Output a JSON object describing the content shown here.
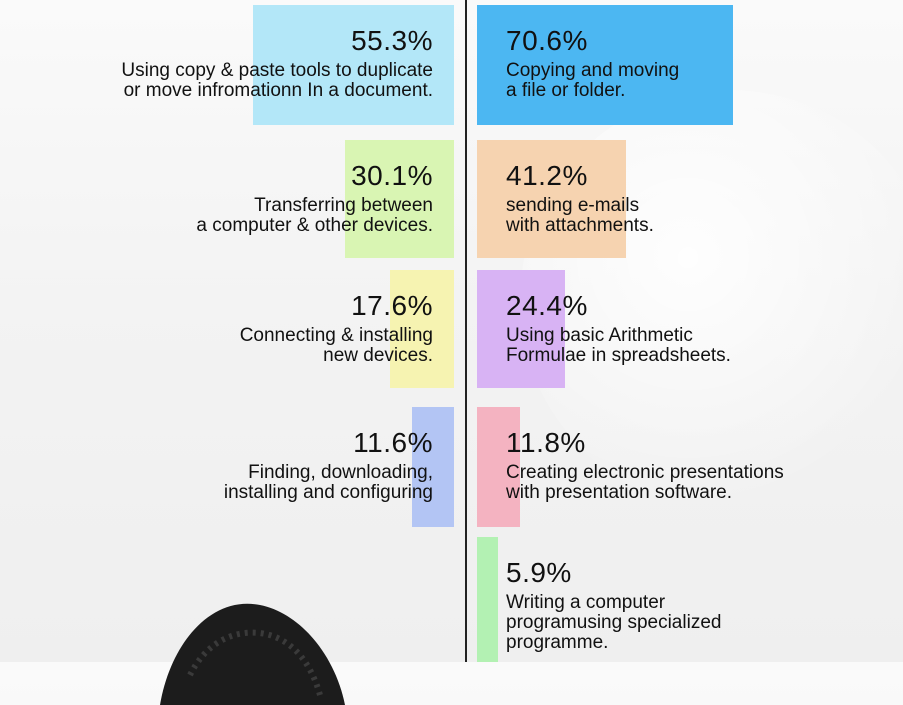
{
  "chart_data": {
    "type": "bar",
    "scale_max": 70.6,
    "left": [
      {
        "value": 55.3,
        "value_label": "55.3%",
        "lines": [
          "Using copy & paste tools to duplicate",
          "or move infromationn In a document."
        ],
        "color": "#b3e7f8"
      },
      {
        "value": 30.1,
        "value_label": "30.1%",
        "lines": [
          "Transferring between",
          "a computer & other devices."
        ],
        "color": "#d9f5b3"
      },
      {
        "value": 17.6,
        "value_label": "17.6%",
        "lines": [
          "Connecting & installing",
          "new devices."
        ],
        "color": "#f6f3b1"
      },
      {
        "value": 11.6,
        "value_label": "11.6%",
        "lines": [
          "Finding, downloading,",
          "installing and configuring"
        ],
        "color": "#b3c5f4"
      }
    ],
    "right": [
      {
        "value": 70.6,
        "value_label": "70.6%",
        "lines": [
          "Copying and moving",
          "a file or folder."
        ],
        "color": "#4cb7f2"
      },
      {
        "value": 41.2,
        "value_label": "41.2%",
        "lines": [
          "sending e-mails",
          "with attachments."
        ],
        "color": "#f6d3b0"
      },
      {
        "value": 24.4,
        "value_label": "24.4%",
        "lines": [
          "Using basic Arithmetic",
          "Formulae in spreadsheets."
        ],
        "color": "#d8b3f4"
      },
      {
        "value": 11.8,
        "value_label": "11.8%",
        "lines": [
          "Creating electronic presentations",
          "with presentation software."
        ],
        "color": "#f4b3c1"
      },
      {
        "value": 5.9,
        "value_label": "5.9%",
        "lines": [
          "Writing a computer",
          "programusing specialized",
          "programme."
        ],
        "color": "#b3f1b3"
      }
    ]
  }
}
